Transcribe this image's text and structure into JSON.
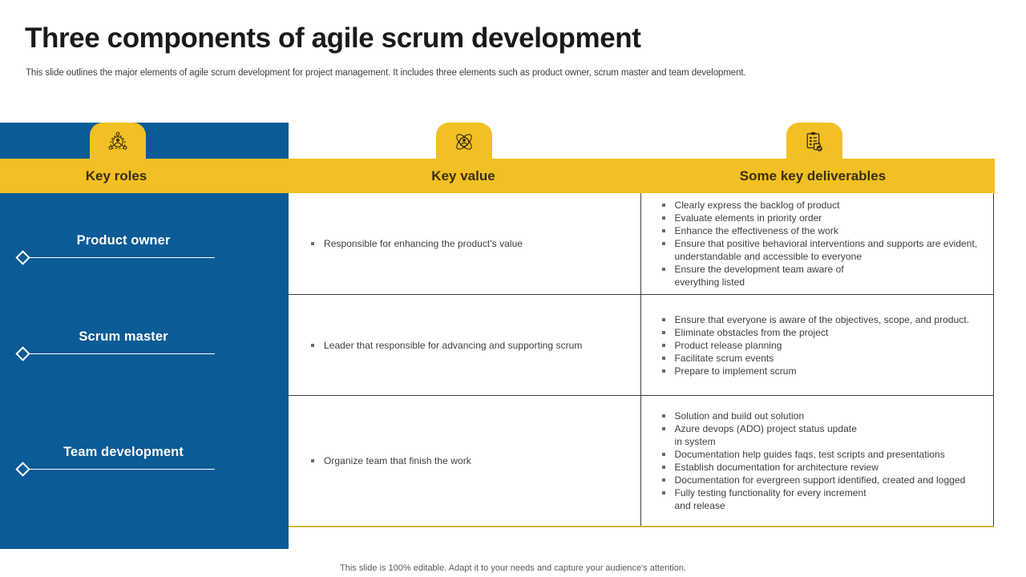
{
  "slide": {
    "title": "Three components of agile scrum development",
    "subtitle": "This slide outlines the major elements of agile scrum development for project management. It includes three elements such as product owner, scrum master and team development.",
    "footer": "This slide is 100% editable. Adapt it to your needs and capture your audience's attention."
  },
  "colors": {
    "brand_blue": "#0A5B96",
    "brand_yellow": "#F2C024",
    "header_text": "#3B2F0B",
    "body_text": "#3C3C3C",
    "table_border": "#3F3F3F",
    "table_bottom_rule": "#D2B63A"
  },
  "columns": [
    {
      "label": "Key roles",
      "icon": "person-network-icon"
    },
    {
      "label": "Key value",
      "icon": "atom-person-icon"
    },
    {
      "label": "Some key deliverables",
      "icon": "clipboard-check-icon"
    }
  ],
  "roles": [
    {
      "label": "Product owner"
    },
    {
      "label": "Scrum master"
    },
    {
      "label": "Team development"
    }
  ],
  "rows": [
    {
      "key_value": [
        "Responsible for enhancing the product's value"
      ],
      "deliverables": [
        {
          "text": "Clearly express the backlog of product",
          "continuation": false
        },
        {
          "text": "Evaluate elements in priority order",
          "continuation": false
        },
        {
          "text": "Enhance the effectiveness of the work",
          "continuation": false
        },
        {
          "text": "Ensure that positive behavioral interventions and supports are evident, understandable and accessible to everyone",
          "continuation": false
        },
        {
          "text": "Ensure the development team aware of",
          "continuation": false
        },
        {
          "text": "everything listed",
          "continuation": true
        }
      ]
    },
    {
      "key_value": [
        "Leader that responsible for advancing and supporting scrum"
      ],
      "deliverables": [
        {
          "text": "Ensure that everyone is aware of the objectives, scope, and product.",
          "continuation": false
        },
        {
          "text": "Eliminate obstacles from the project",
          "continuation": false
        },
        {
          "text": "Product release planning",
          "continuation": false
        },
        {
          "text": "Facilitate scrum events",
          "continuation": false
        },
        {
          "text": "Prepare to implement scrum",
          "continuation": false
        }
      ]
    },
    {
      "key_value": [
        "Organize team that finish the work"
      ],
      "deliverables": [
        {
          "text": "Solution and  build out solution",
          "continuation": false
        },
        {
          "text": "Azure devops (ADO) project status update",
          "continuation": false
        },
        {
          "text": "in system",
          "continuation": true
        },
        {
          "text": "Documentation help guides faqs, test scripts and presentations",
          "continuation": false
        },
        {
          "text": "Establish documentation for architecture review",
          "continuation": false
        },
        {
          "text": "Documentation for evergreen support identified, created and logged",
          "continuation": false
        },
        {
          "text": "Fully testing functionality for every increment",
          "continuation": false
        },
        {
          "text": "and release",
          "continuation": true
        }
      ]
    }
  ]
}
